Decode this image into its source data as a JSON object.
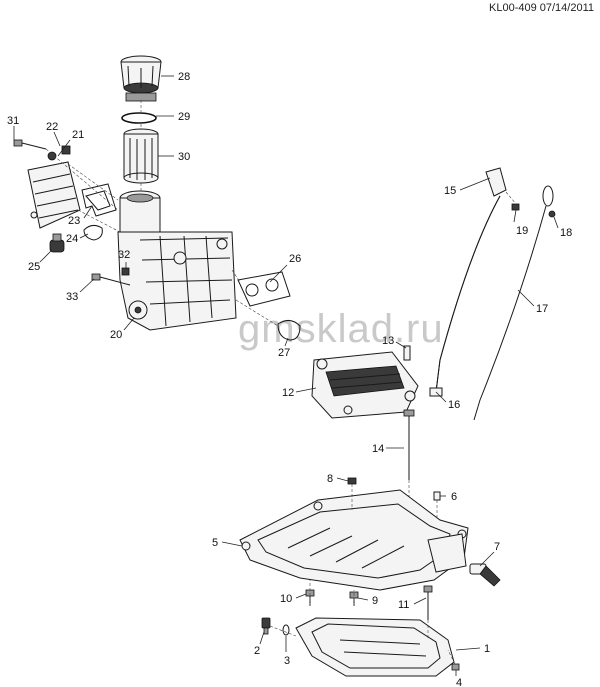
{
  "header": {
    "ref": "KL00-409 07/14/2011"
  },
  "watermark": {
    "text": "gmsklad.ru"
  },
  "callouts": {
    "c1": "1",
    "c2": "2",
    "c3": "3",
    "c4": "4",
    "c5": "5",
    "c6": "6",
    "c7": "7",
    "c8": "8",
    "c9": "9",
    "c10": "10",
    "c11": "11",
    "c12": "12",
    "c13": "13",
    "c14": "14",
    "c15": "15",
    "c16": "16",
    "c17": "17",
    "c18": "18",
    "c19": "19",
    "c20": "20",
    "c21": "21",
    "c22": "22",
    "c23": "23",
    "c24": "24",
    "c25": "25",
    "c26": "26",
    "c27": "27",
    "c28": "28",
    "c29": "29",
    "c30": "30",
    "c31": "31",
    "c32": "32",
    "c33": "33"
  }
}
